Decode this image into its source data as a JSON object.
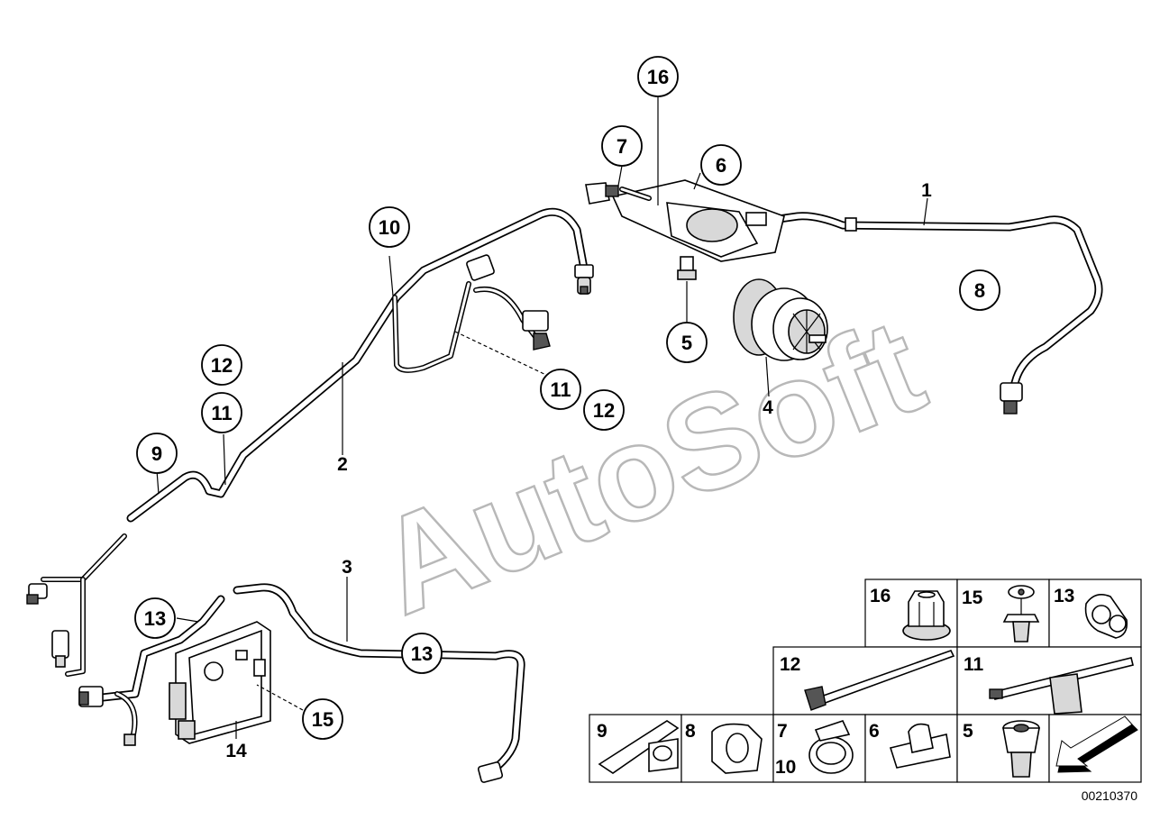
{
  "watermark": "AutoSoft",
  "callouts": {
    "c16": "16",
    "c7": "7",
    "c6": "6",
    "c10": "10",
    "c8": "8",
    "c5": "5",
    "c12a": "12",
    "c11a": "11",
    "c11b": "11",
    "c12b": "12",
    "c9": "9",
    "c13a": "13",
    "c13b": "13",
    "c15": "15"
  },
  "labels": {
    "l1": "1",
    "l2": "2",
    "l3": "3",
    "l4": "4",
    "l14": "14"
  },
  "legend": {
    "row1": [
      "16",
      "15",
      "13"
    ],
    "row2": [
      "12",
      "11"
    ],
    "row3": [
      "9",
      "8",
      "7",
      "6",
      "5"
    ],
    "row3_second_label": "10"
  },
  "reference_number": "00210370"
}
